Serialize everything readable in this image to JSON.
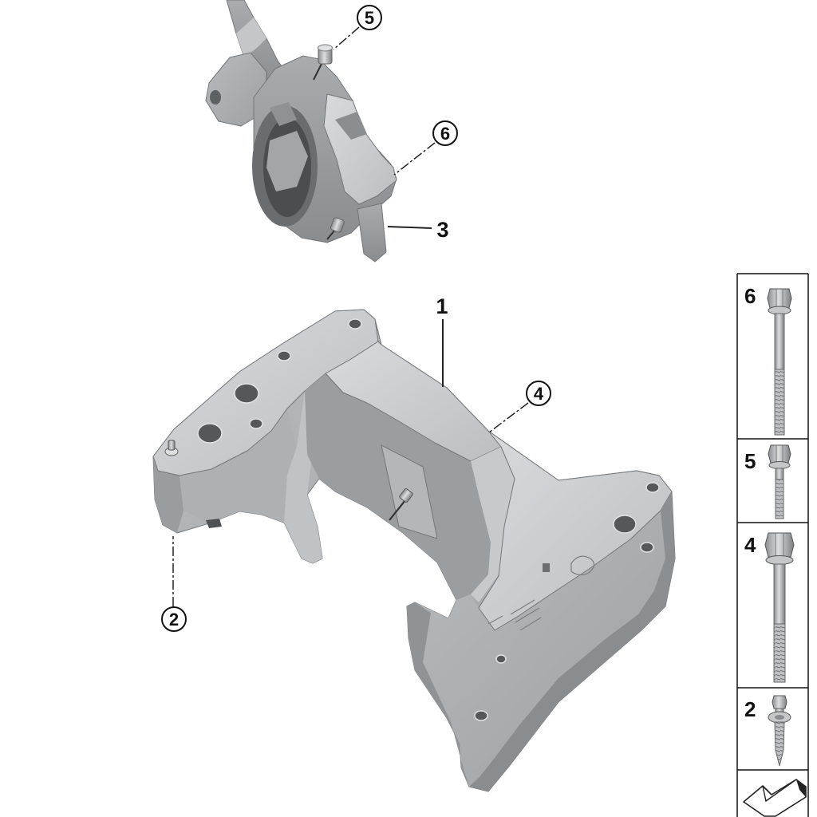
{
  "diagram": {
    "callouts": [
      {
        "label": "5"
      },
      {
        "label": "6"
      },
      {
        "label": "3"
      },
      {
        "label": "1"
      },
      {
        "label": "4"
      },
      {
        "label": "2"
      }
    ]
  },
  "legend": {
    "items": [
      {
        "label": "6",
        "icon": "hex-flange-bolt-long-icon"
      },
      {
        "label": "5",
        "icon": "hex-flange-bolt-short-icon"
      },
      {
        "label": "4",
        "icon": "hex-flange-bolt-icon"
      },
      {
        "label": "2",
        "icon": "screw-with-washer-icon"
      }
    ],
    "footer_icon": "folded-sheet-arrow-icon"
  },
  "colors": {
    "background": "#ffffff",
    "metal_light": "#d6d8da",
    "metal_mid": "#a9acaf",
    "metal_dark": "#8d9093",
    "rubber": "#4b4e51",
    "line": "#111111"
  }
}
